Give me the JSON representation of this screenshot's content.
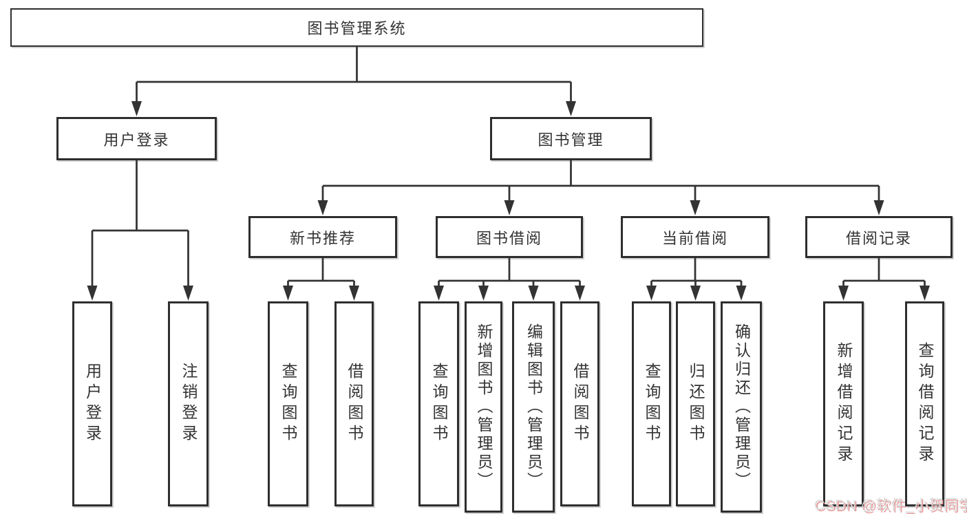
{
  "diagram": {
    "title": "图书管理系统",
    "level2": [
      {
        "label": "用户登录"
      },
      {
        "label": "图书管理"
      }
    ],
    "level3": [
      {
        "label": "新书推荐",
        "parent": "图书管理"
      },
      {
        "label": "图书借阅",
        "parent": "图书管理"
      },
      {
        "label": "当前借阅",
        "parent": "图书管理"
      },
      {
        "label": "借阅记录",
        "parent": "图书管理"
      }
    ],
    "leaves": [
      {
        "label": "用户登录",
        "parent": "用户登录"
      },
      {
        "label": "注销登录",
        "parent": "用户登录"
      },
      {
        "label": "查询图书",
        "parent": "新书推荐"
      },
      {
        "label": "借阅图书",
        "parent": "新书推荐"
      },
      {
        "label": "查询图书",
        "parent": "图书借阅"
      },
      {
        "label": "新增图书（管理员）",
        "parent": "图书借阅"
      },
      {
        "label": "编辑图书（管理员）",
        "parent": "图书借阅"
      },
      {
        "label": "借阅图书",
        "parent": "图书借阅"
      },
      {
        "label": "查询图书",
        "parent": "当前借阅"
      },
      {
        "label": "归还图书",
        "parent": "当前借阅"
      },
      {
        "label": "确认归还（管理员）",
        "parent": "当前借阅"
      },
      {
        "label": "新增借阅记录",
        "parent": "借阅记录"
      },
      {
        "label": "查询借阅记录",
        "parent": "借阅记录"
      }
    ],
    "colors": {
      "line": "#333333",
      "box_border": "#2e2e2e",
      "text": "#333333",
      "background": "#ffffff",
      "watermark_text": "#d9d9d9",
      "watermark_shadow": "#e79a9a"
    }
  },
  "watermark": {
    "text": "CSDN @软件_小贺同学"
  }
}
